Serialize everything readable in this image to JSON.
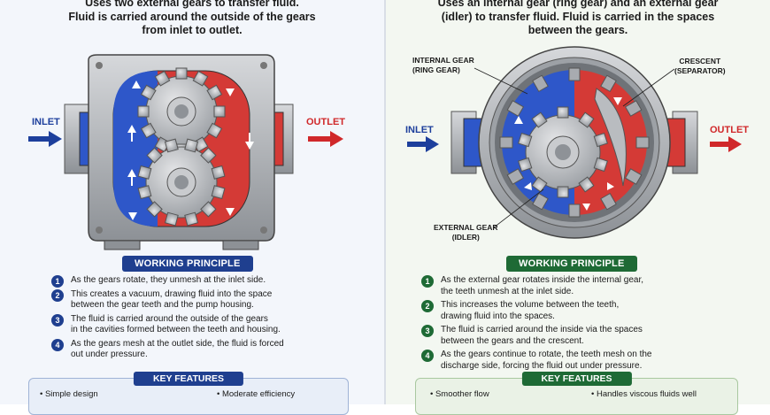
{
  "external": {
    "description": [
      "Uses two external gears to transfer fluid.",
      "Fluid is carried around the outside of the gears",
      "from inlet to outlet."
    ],
    "inlet_label": "INLET",
    "outlet_label": "OUTLET",
    "working_principle_title": "WORKING PRINCIPLE",
    "steps": [
      {
        "n": "1",
        "lines": [
          "As the gears rotate, they unmesh at the inlet side."
        ]
      },
      {
        "n": "2",
        "lines": [
          "This creates a vacuum, drawing fluid into the space",
          "between the gear teeth and the pump housing."
        ]
      },
      {
        "n": "3",
        "lines": [
          "The fluid is carried around the outside of the gears",
          "in the cavities formed between the teeth and housing."
        ]
      },
      {
        "n": "4",
        "lines": [
          "As the gears mesh at the outlet side, the fluid is forced",
          "out under pressure."
        ]
      }
    ],
    "key_features_title": "KEY FEATURES",
    "features": [
      "• Simple design",
      "• Moderate efficiency"
    ]
  },
  "internal": {
    "description": [
      "Uses an internal gear (ring gear) and an external gear",
      "(idler) to transfer fluid. Fluid is carried in the spaces",
      "between the gears."
    ],
    "inlet_label": "INLET",
    "outlet_label": "OUTLET",
    "callouts": {
      "ring": [
        "INTERNAL GEAR",
        "(RING GEAR)"
      ],
      "crescent": [
        "CRESCENT",
        "(SEPARATOR)"
      ],
      "idler": [
        "EXTERNAL GEAR",
        "(IDLER)"
      ]
    },
    "working_principle_title": "WORKING PRINCIPLE",
    "steps": [
      {
        "n": "1",
        "lines": [
          "As the external gear rotates inside the internal gear,",
          "the teeth unmesh at the inlet side."
        ]
      },
      {
        "n": "2",
        "lines": [
          "This increases the volume between the teeth,",
          "drawing fluid into the spaces."
        ]
      },
      {
        "n": "3",
        "lines": [
          "The fluid is carried around the inside via the spaces",
          "between the gears and the crescent."
        ]
      },
      {
        "n": "4",
        "lines": [
          "As the gears continue to rotate, the teeth mesh on the",
          "discharge side, forcing the fluid out under pressure."
        ]
      }
    ],
    "key_features_title": "KEY FEATURES",
    "features": [
      "• Smoother flow",
      "• Handles viscous fluids well"
    ]
  },
  "colors": {
    "suction": "#2e57c9",
    "discharge": "#d43a36",
    "navy": "#1f3f8f",
    "green": "#1e6a35",
    "metal": "#b9bcc0"
  }
}
